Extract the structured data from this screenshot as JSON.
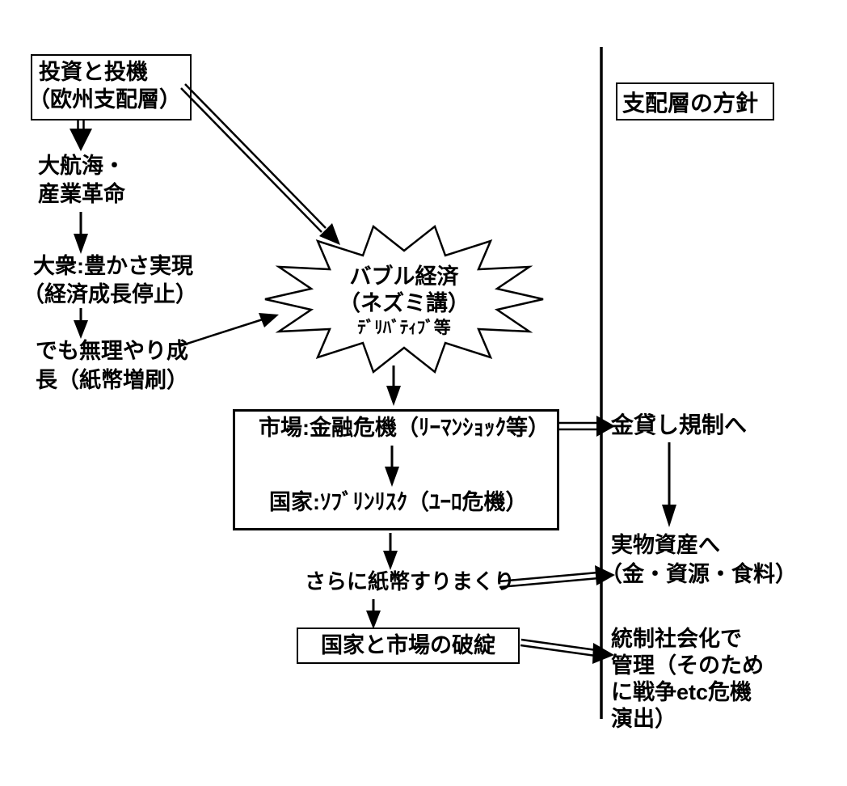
{
  "diagram_title": "支配層の方針",
  "colors": {
    "ink": "#000000",
    "background": "#ffffff"
  },
  "nodes": {
    "invest": {
      "line1": "投資と投機",
      "line2": "（欧州支配層）"
    },
    "voyage": {
      "line1": "大航海・",
      "line2": "産業革命"
    },
    "masses": {
      "line1": "大衆:豊かさ実現",
      "line2": "（経済成長停止）"
    },
    "forced": {
      "line1": "でも無理やり成",
      "line2": "長（紙幣増刷）"
    },
    "bubble": {
      "line1": "バブル経済",
      "line2": "（ネズミ講）",
      "line3": "ﾃﾞﾘﾊﾞﾃｨﾌﾞ等"
    },
    "crisis": {
      "market": "市場:金融危機（ﾘｰﾏﾝｼｮｯｸ等）",
      "state": "国家:ｿﾌﾞﾘﾝﾘｽｸ（ﾕｰﾛ危機）"
    },
    "print_more": {
      "label": "さらに紙幣すりまくり"
    },
    "collapse": {
      "label": "国家と市場の破綻"
    },
    "policy": {
      "label": "支配層の方針"
    },
    "regulation": {
      "label": "金貸し規制へ"
    },
    "assets": {
      "line1": "実物資産へ",
      "line2": "（金・資源・食料）"
    },
    "control": {
      "line1": "統制社会化で",
      "line2": "管理（そのため",
      "line3": "に戦争etc危機",
      "line4": "演出）"
    }
  }
}
